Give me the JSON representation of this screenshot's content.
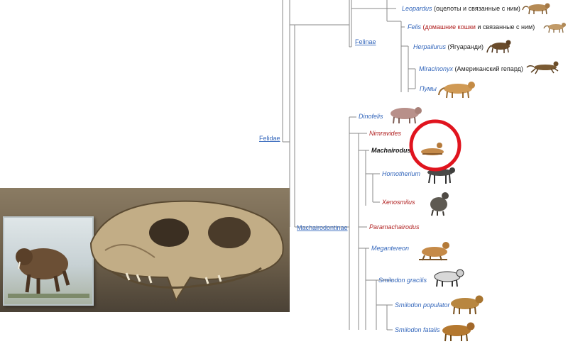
{
  "clades": {
    "felidae": "Felidae",
    "felinae": "Felinae",
    "machairodontinae": "Machairodontinae"
  },
  "taxa": {
    "leopardus": {
      "name": "Leopardus",
      "note": " (оцелоты и связанные с ним)"
    },
    "felis": {
      "name": "Felis",
      "note_red": " (домашние кошки",
      "note": " и связанные с ним)"
    },
    "herpailurus": {
      "name": "Herpailurus",
      "note": " (Ягуаранди)"
    },
    "miracinonyx": {
      "name": "Miracinonyx",
      "note": " (Американский гепард)"
    },
    "pumy": {
      "name": "Пумы"
    },
    "dinofelis": {
      "name": "Dinofelis"
    },
    "nimravides": {
      "name": "Nimravides"
    },
    "machairodus": {
      "name": "Machairodus"
    },
    "homotherium": {
      "name": "Homotherium"
    },
    "xenosmilus": {
      "name": "Xenosmilus"
    },
    "paramachairodus": {
      "name": "Paramachairodus"
    },
    "megantereon": {
      "name": "Megantereon"
    },
    "smilodon_gracilis": {
      "name": "Smilodon gracilis"
    },
    "smilodon_populator": {
      "name": "Smilodon populator"
    },
    "smilodon_fatalis": {
      "name": "Smilodon fatalis"
    }
  },
  "colors": {
    "link": "#3366bb",
    "red_link": "#b02020",
    "highlight": "#e0141e",
    "branch": "#8a8a8a"
  }
}
